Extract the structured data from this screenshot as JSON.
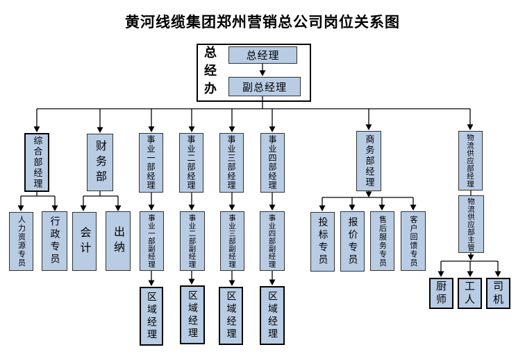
{
  "title": "黄河线缆集团郑州营销总公司岗位关系图",
  "colors": {
    "node_fill": "#b8cce4",
    "node_border": "#303030",
    "line": "#000000"
  },
  "executive_office": {
    "label": "总经办",
    "general_manager": "总经理",
    "deputy_general_manager": "副总经理"
  },
  "departments": {
    "general_affairs_manager": "综合部经理",
    "finance": "财务部",
    "business_unit_1_manager": "事业一部经理",
    "business_unit_2_manager": "事业二部经理",
    "business_unit_3_manager": "事业三部经理",
    "business_unit_4_manager": "事业四部经理",
    "commerce_manager": "商务部经理",
    "logistics_supply_manager": "物流供应部经理"
  },
  "positions": {
    "hr_specialist": "人力资源专员",
    "admin_specialist": "行政专员",
    "accountant": "会计",
    "cashier": "出纳",
    "business_unit_1_deputy": "事业一部副经理",
    "business_unit_2_deputy": "事业二部副经理",
    "business_unit_3_deputy": "事业三部副经理",
    "business_unit_4_deputy": "事业四部副经理",
    "regional_manager_1": "区域经理",
    "regional_manager_2": "区域经理",
    "regional_manager_3": "区域经理",
    "regional_manager_4": "区域经理",
    "bid_specialist": "投标专员",
    "quotation_specialist": "报价专员",
    "after_sales_specialist": "售后服务专员",
    "customer_feedback_specialist": "客户回馈专员",
    "logistics_supply_supervisor": "物流供应部主管",
    "chef": "厨师",
    "worker": "工人",
    "driver": "司机"
  }
}
